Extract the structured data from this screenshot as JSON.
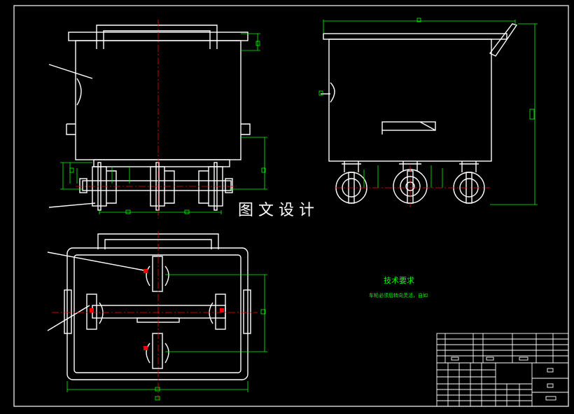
{
  "drawing": {
    "watermark": "图文设计",
    "tech_requirements": {
      "title": "技术要求",
      "note": "车轮必须后转向灵活，自如"
    },
    "colors": {
      "background": "#000000",
      "outline": "#ffffff",
      "dimension": "#00ff00",
      "centerline": "#ff0000"
    }
  }
}
